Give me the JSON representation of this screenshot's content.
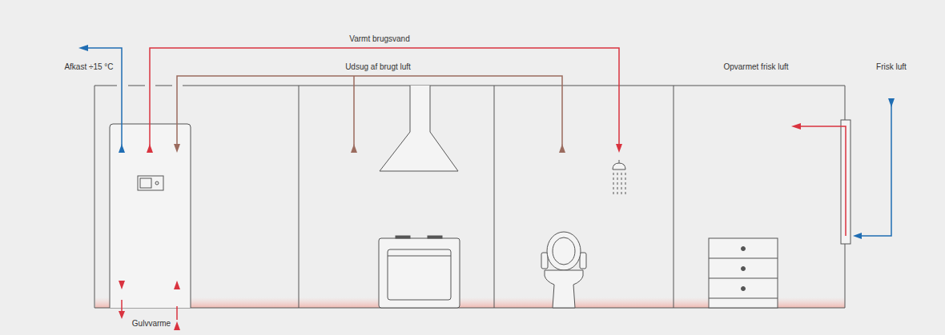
{
  "diagram": {
    "labels": [
      "Afkast ÷15 °C",
      "Varmt brugsvand",
      "Udsug af brugt luft",
      "Opvarmet frisk luft",
      "Frisk luft",
      "Gulvvarme"
    ]
  }
}
